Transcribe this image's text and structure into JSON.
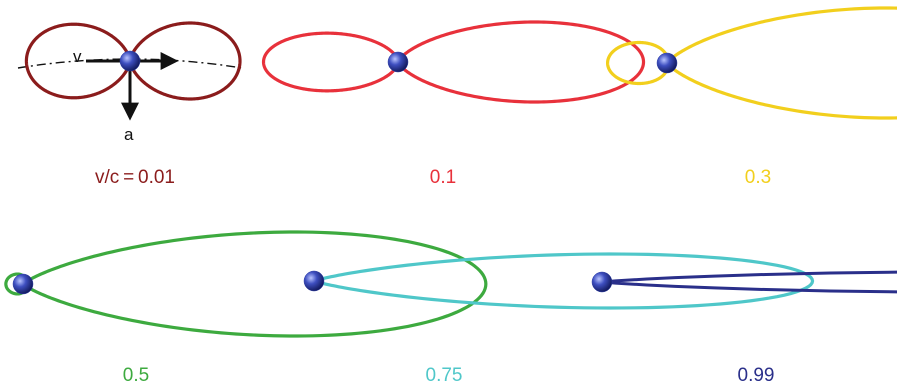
{
  "panels": [
    {
      "id": "p1",
      "label": "v/c = 0.01",
      "beta": 0.01,
      "color": "#8b1c1c"
    },
    {
      "id": "p2",
      "label": "0.1",
      "beta": 0.1,
      "color": "#e8313b"
    },
    {
      "id": "p3",
      "label": "0.3",
      "beta": 0.3,
      "color": "#f2cf1d"
    },
    {
      "id": "p4",
      "label": "0.5",
      "beta": 0.5,
      "color": "#3daa3f"
    },
    {
      "id": "p5",
      "label": "0.75",
      "beta": 0.75,
      "color": "#4fc7c9"
    },
    {
      "id": "p6",
      "label": "0.99",
      "beta": 0.99,
      "color": "#2a2f8a"
    }
  ],
  "vectors": {
    "velocity_label": "v",
    "acceleration_label": "a"
  },
  "particle_color": "#2f3fa8"
}
